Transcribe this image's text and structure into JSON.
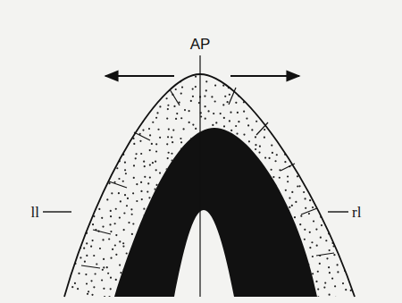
{
  "diagram": {
    "labels": [
      "AP",
      "ll",
      "rl"
    ]
  }
}
